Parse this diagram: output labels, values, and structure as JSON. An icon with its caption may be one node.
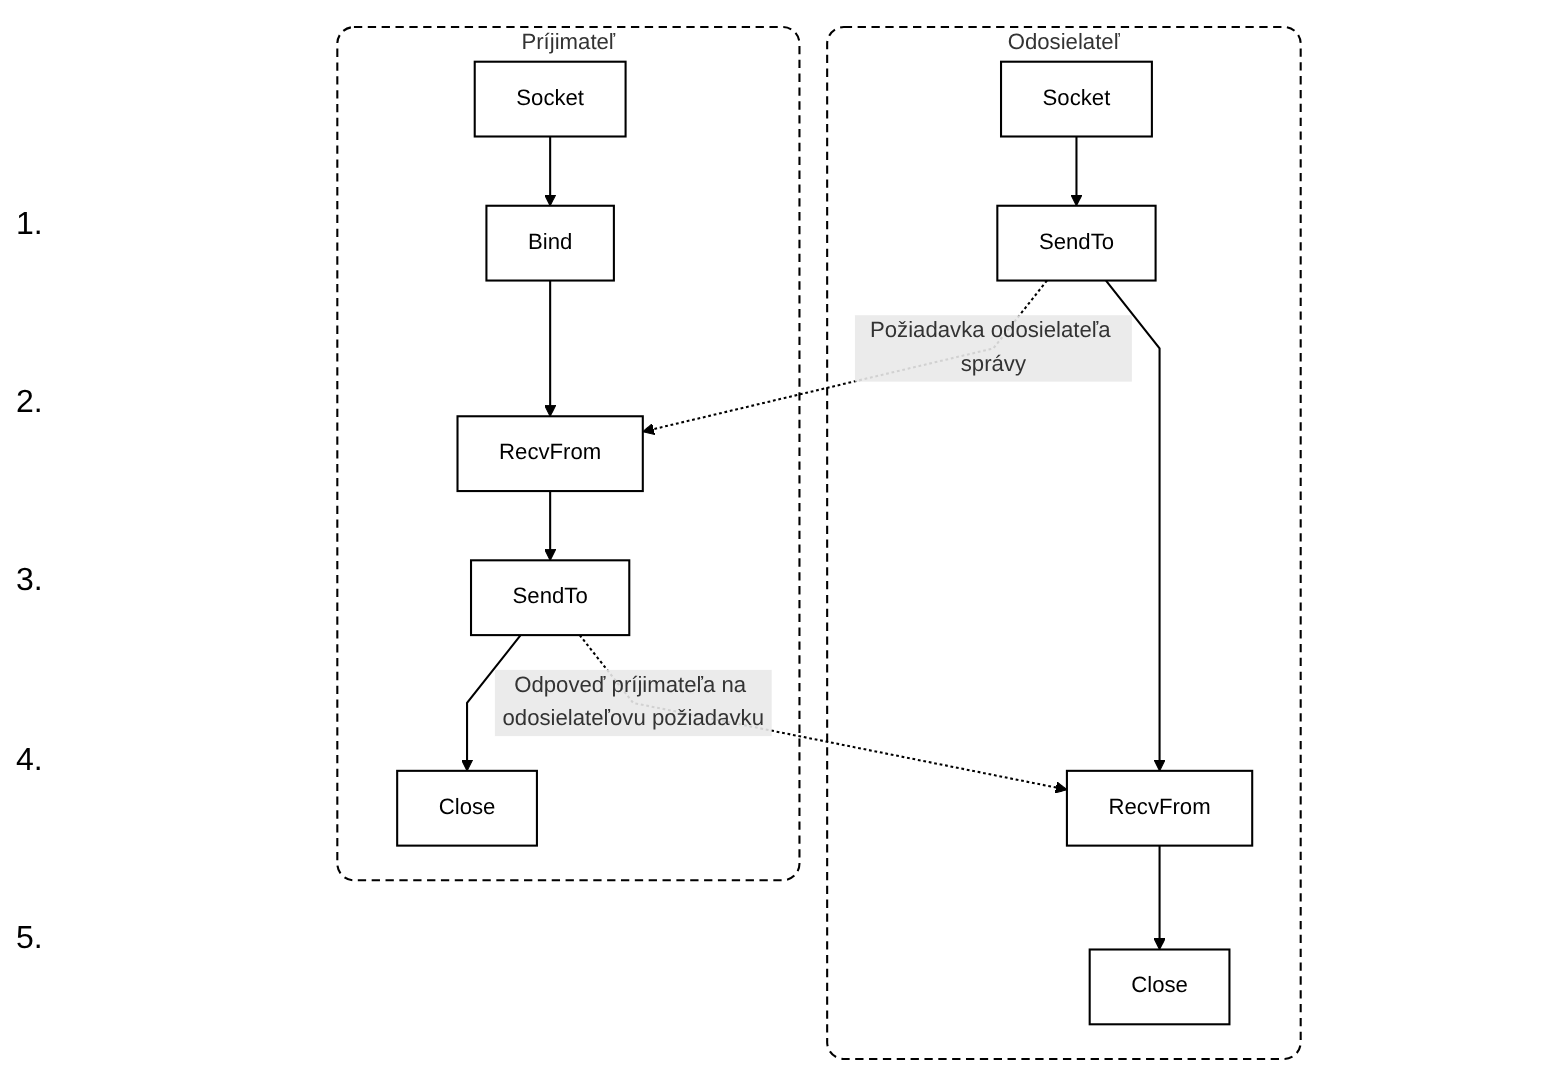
{
  "diagram": {
    "nodes": [
      {
        "text": [
          "Odosielateľ"
        ]
      },
      {
        "text": [
          "Socket"
        ],
        "in": 0
      },
      {
        "text": [
          "SendTo"
        ],
        "in": 0
      },
      {
        "text": [
          "RecvFrom"
        ],
        "in": 0
      },
      {
        "text": [
          "Close"
        ],
        "in": 0
      },
      {
        "text": [
          "Príjimateľ"
        ]
      },
      {
        "text": [
          "Socket"
        ],
        "in": 5
      },
      {
        "text": [
          "Bind"
        ],
        "in": 5
      },
      {
        "text": [
          "RecvFrom"
        ],
        "in": 5
      },
      {
        "text": [
          "SendTo"
        ],
        "in": 5
      },
      {
        "text": [
          "Close"
        ],
        "in": 5
      }
    ],
    "edges": [
      {
        "from": 1,
        "to": 2,
        "arrow": "to"
      },
      {
        "from": 2,
        "to": 3,
        "arrow": "to"
      },
      {
        "from": 3,
        "to": 4,
        "arrow": "to"
      },
      {
        "from": 6,
        "to": 7,
        "arrow": "to"
      },
      {
        "from": 7,
        "to": 8,
        "arrow": "to"
      },
      {
        "from": 8,
        "to": 9,
        "arrow": "to"
      },
      {
        "from": 9,
        "to": 10,
        "arrow": "to"
      },
      {
        "from": 2,
        "to": 8,
        "arrow": "to",
        "label": "Požiadavka odosielateľa správy",
        "style": "dashed"
      },
      {
        "from": 9,
        "to": 3,
        "arrow": "to",
        "label": "Odpoveď príjimateľa na odosielateľovu požiadavku",
        "style": "dashed"
      }
    ],
    "labels": [
      "1.",
      "2.",
      "3.",
      "4.",
      "5."
    ]
  }
}
